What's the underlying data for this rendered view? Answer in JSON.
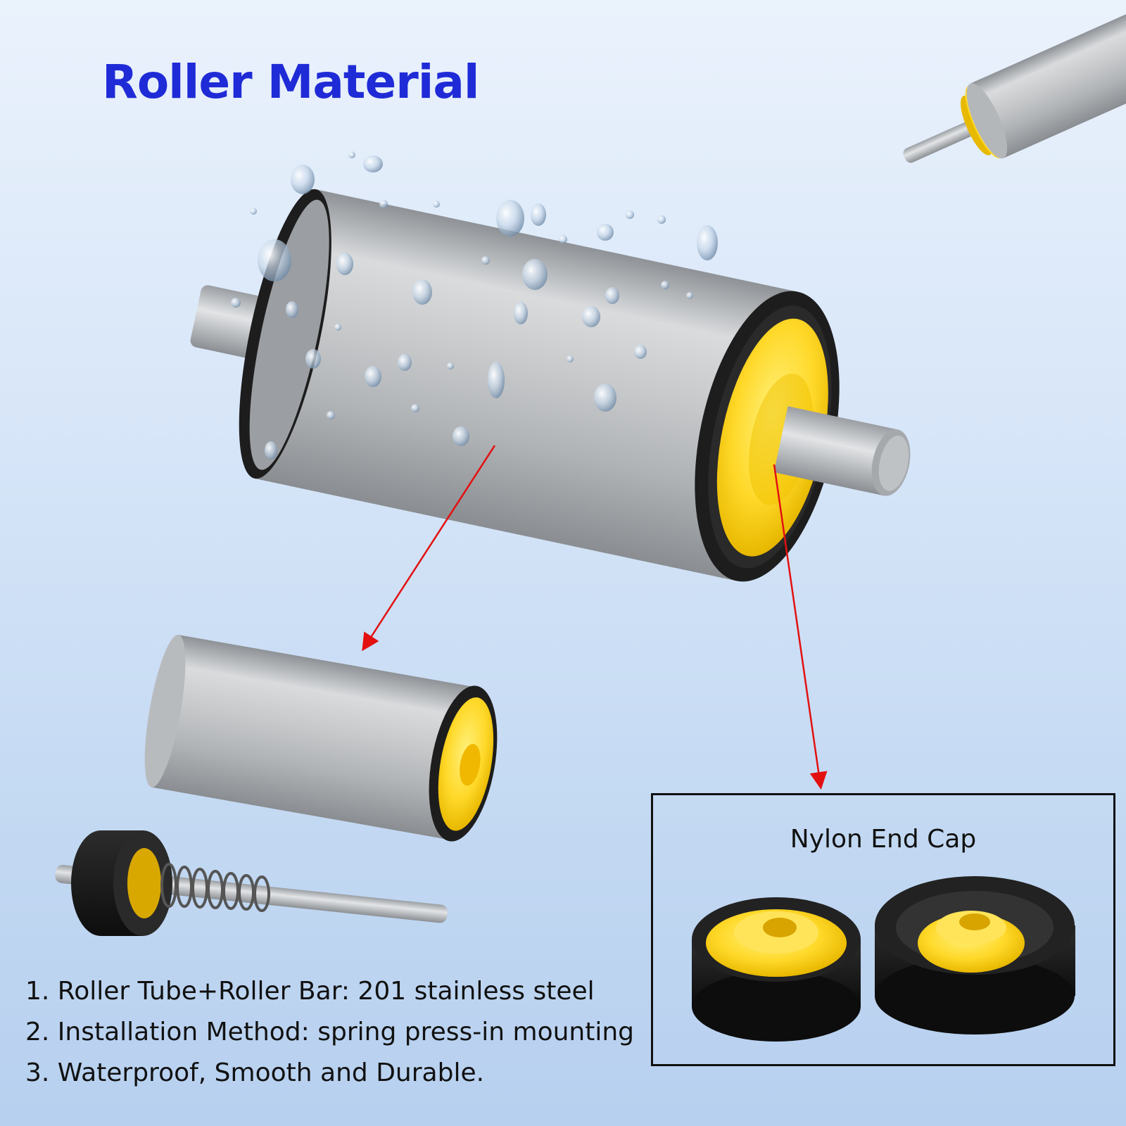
{
  "title": "Roller Material",
  "specs": [
    "1. Roller Tube+Roller Bar: 201 stainless steel",
    "2. Installation Method: spring press-in mounting",
    "3. Waterproof, Smooth and Durable."
  ],
  "endcap_label": "Nylon End Cap",
  "colors": {
    "title": "#1f2bd6",
    "arrow": "#e31010",
    "steel": "#c4c6c8",
    "nylon": "#ffd92a",
    "rubber": "#1d1d1d"
  },
  "icons": [
    "roller-assembly-icon",
    "roller-tube-icon",
    "spring-shaft-icon",
    "nylon-end-cap-icon",
    "water-droplet-icon"
  ]
}
